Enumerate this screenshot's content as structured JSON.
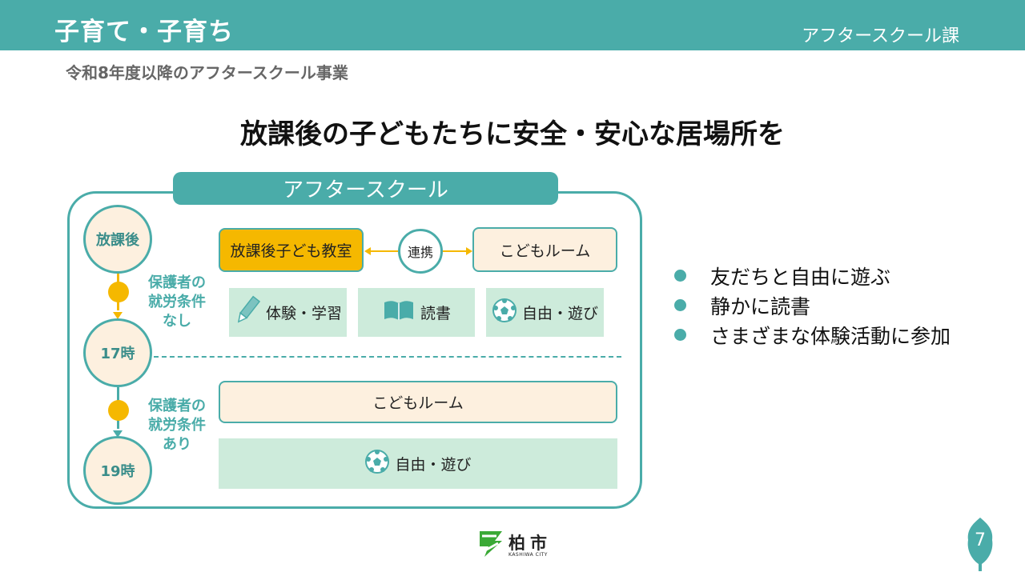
{
  "header": {
    "title": "子育て・子育ち",
    "department": "アフタースクール課"
  },
  "subtitle": "令和8年度以降のアフタースクール事業",
  "main_heading": "放課後の子どもたちに安全・安心な居場所を",
  "diagram": {
    "tab_label": "アフタースクール",
    "times": {
      "after_school": "放課後",
      "t17": "17時",
      "t19": "19時"
    },
    "conditions": {
      "none": [
        "保護者の",
        "就労条件",
        "なし"
      ],
      "with": [
        "保護者の",
        "就労条件",
        "あり"
      ]
    },
    "kyoshitsu": "放課後子ども教室",
    "link": "連携",
    "kodomo_room": "こどもルーム",
    "activities": {
      "experience": "体験・学習",
      "reading": "読書",
      "free_play": "自由・遊び"
    },
    "late_room": "こどもルーム",
    "late_play": "自由・遊び"
  },
  "bullets": [
    "友だちと自由に遊ぶ",
    "静かに読書",
    "さまざまな体験活動に参加"
  ],
  "footer": {
    "city_name": "柏市",
    "city_name_en": "KASHIWA CITY",
    "page_number": "7"
  },
  "colors": {
    "teal": "#4aaca9",
    "orange": "#f5b800",
    "cream": "#fdf0df",
    "mint": "#cdebdb"
  }
}
